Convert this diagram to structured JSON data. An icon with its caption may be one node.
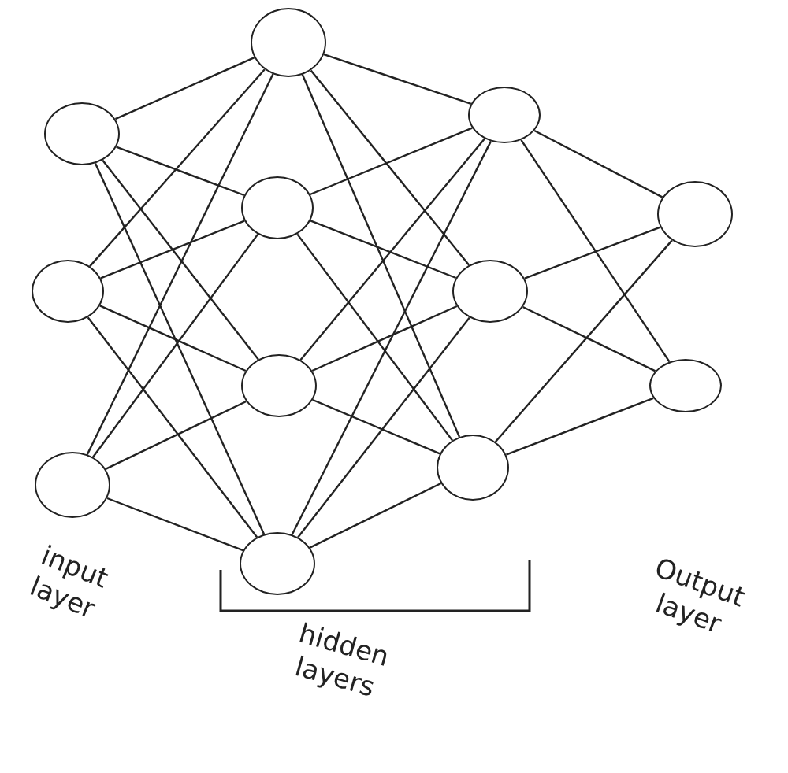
{
  "diagram": {
    "nodes": [
      {
        "text": [],
        "shape": "circle"
      },
      {
        "text": [],
        "shape": "circle"
      },
      {
        "text": [],
        "shape": "circle"
      },
      {
        "text": [],
        "shape": "circle"
      },
      {
        "text": [],
        "shape": "circle"
      },
      {
        "text": [],
        "shape": "circle"
      },
      {
        "text": [],
        "shape": "circle"
      },
      {
        "text": [],
        "shape": "circle"
      },
      {
        "text": [],
        "shape": "circle"
      },
      {
        "text": [],
        "shape": "circle"
      },
      {
        "text": [],
        "shape": "circle"
      },
      {
        "text": [],
        "shape": "circle"
      }
    ],
    "edges": [
      {
        "from": 0,
        "to": 3,
        "arrow": "none"
      },
      {
        "from": 0,
        "to": 4,
        "arrow": "none"
      },
      {
        "from": 0,
        "to": 5,
        "arrow": "none"
      },
      {
        "from": 0,
        "to": 6,
        "arrow": "none"
      },
      {
        "from": 1,
        "to": 3,
        "arrow": "none"
      },
      {
        "from": 1,
        "to": 4,
        "arrow": "none"
      },
      {
        "from": 1,
        "to": 5,
        "arrow": "none"
      },
      {
        "from": 1,
        "to": 6,
        "arrow": "none"
      },
      {
        "from": 2,
        "to": 3,
        "arrow": "none"
      },
      {
        "from": 2,
        "to": 4,
        "arrow": "none"
      },
      {
        "from": 2,
        "to": 5,
        "arrow": "none"
      },
      {
        "from": 2,
        "to": 6,
        "arrow": "none"
      },
      {
        "from": 3,
        "to": 7,
        "arrow": "none"
      },
      {
        "from": 3,
        "to": 8,
        "arrow": "none"
      },
      {
        "from": 3,
        "to": 9,
        "arrow": "none"
      },
      {
        "from": 4,
        "to": 7,
        "arrow": "none"
      },
      {
        "from": 4,
        "to": 8,
        "arrow": "none"
      },
      {
        "from": 4,
        "to": 9,
        "arrow": "none"
      },
      {
        "from": 5,
        "to": 7,
        "arrow": "none"
      },
      {
        "from": 5,
        "to": 8,
        "arrow": "none"
      },
      {
        "from": 5,
        "to": 9,
        "arrow": "none"
      },
      {
        "from": 6,
        "to": 7,
        "arrow": "none"
      },
      {
        "from": 6,
        "to": 8,
        "arrow": "none"
      },
      {
        "from": 6,
        "to": 9,
        "arrow": "none"
      },
      {
        "from": 7,
        "to": 10,
        "arrow": "none"
      },
      {
        "from": 7,
        "to": 11,
        "arrow": "none"
      },
      {
        "from": 8,
        "to": 10,
        "arrow": "none"
      },
      {
        "from": 8,
        "to": 11,
        "arrow": "none"
      },
      {
        "from": 9,
        "to": 10,
        "arrow": "none"
      },
      {
        "from": 9,
        "to": 11,
        "arrow": "none"
      }
    ],
    "labels": [
      "input layer",
      "hidden layers",
      "Output layer"
    ]
  }
}
